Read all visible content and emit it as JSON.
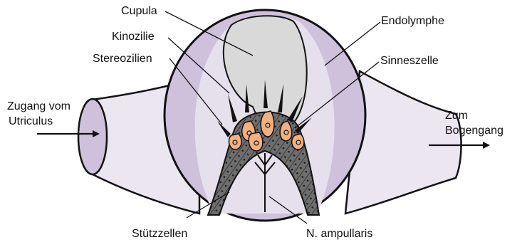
{
  "labels": {
    "cupula": "Cupula",
    "kinozilie": "Kinozilie",
    "stereozilien": "Stereozilien",
    "endolymphe": "Endolymphe",
    "sinneszelle": "Sinneszelle",
    "zugang_line1": "Zugang vom",
    "zugang_line2": "Utriculus",
    "zum_line1": "Zum",
    "zum_line2": "Bogengang",
    "stuetzzellen": "Stützzellen",
    "nerv": "N. ampullaris"
  },
  "colors": {
    "tube_fill": "#ebe6f0",
    "ampulla_fill": "#cfc1dc",
    "endolymph_fill": "#e6dfec",
    "cupula_fill": "#d9d9d9",
    "epithelium_fill": "#6c6c6c",
    "sensory_cell_fill": "#f2b07e",
    "outline": "#111111"
  }
}
